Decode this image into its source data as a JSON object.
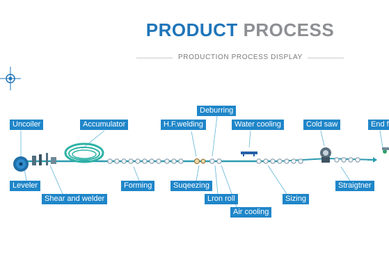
{
  "header": {
    "title_part1": "PRODUCT",
    "title_part2": "PROCESS",
    "subtitle": "PRODUCTION PROCESS DISPLAY"
  },
  "colors": {
    "title_blue": "#1f75b9",
    "title_gray": "#8d8f93",
    "label_bg": "#1f86c9",
    "line_teal": "#2b9bb0",
    "leader": "#5fb4d8"
  },
  "stages": {
    "uncoiler": "Uncoiler",
    "leveler": "Leveler",
    "shear_and_welder": "Shear and welder",
    "accumulator": "Accumulator",
    "forming": "Forming",
    "hf_welding": "H.F.welding",
    "suqeezing": "Suqeezing",
    "deburring": "Deburring",
    "iron_roll": "Lron roll",
    "air_cooling": "Air cooling",
    "water_cooling": "Water cooling",
    "sizing": "Sizing",
    "cold_saw": "Cold saw",
    "straightener": "Straigtner",
    "end": "End f"
  }
}
